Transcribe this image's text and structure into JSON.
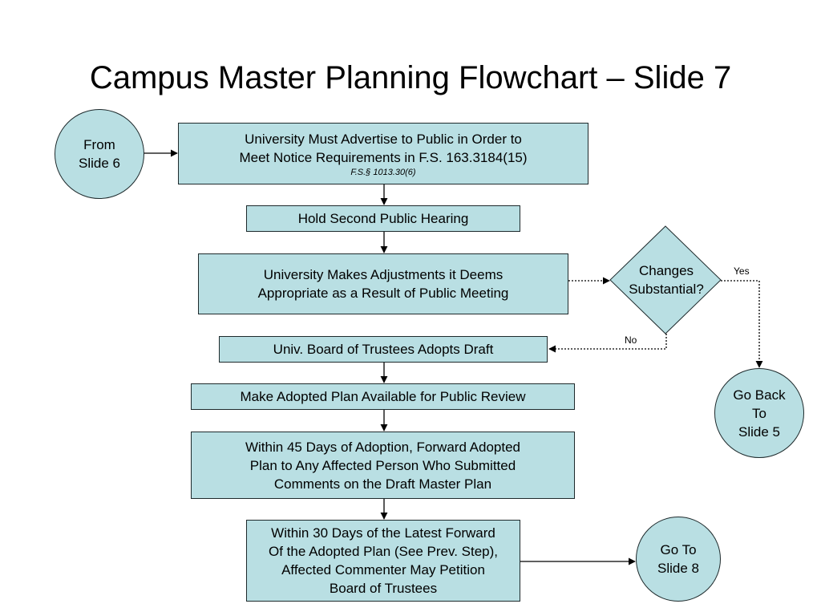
{
  "title": "Campus Master Planning Flowchart – Slide 7",
  "nodes": {
    "from_slide": [
      "From",
      "Slide 6"
    ],
    "advertise": [
      "University Must Advertise to Public in Order to",
      "Meet Notice Requirements in F.S. 163.3184(15)"
    ],
    "advertise_citation": "F.S.§ 1013.30(6)",
    "second_hearing": "Hold Second Public Hearing",
    "adjustments": [
      "University Makes Adjustments it Deems",
      "Appropriate as a Result of Public Meeting"
    ],
    "decision": [
      "Changes",
      "Substantial?"
    ],
    "go_back": [
      "Go Back",
      "To",
      "Slide 5"
    ],
    "adopts_draft": "Univ. Board of Trustees Adopts Draft",
    "public_review": "Make Adopted Plan Available for Public Review",
    "forward_plan": [
      "Within 45 Days of Adoption, Forward Adopted",
      "Plan to Any Affected Person Who Submitted",
      "Comments on the Draft Master Plan"
    ],
    "petition": [
      "Within 30 Days of the Latest Forward",
      "Of the Adopted Plan (See Prev. Step),",
      "Affected Commenter May Petition",
      "Board of Trustees"
    ],
    "go_to": [
      "Go To",
      "Slide 8"
    ]
  },
  "edge_labels": {
    "yes": "Yes",
    "no": "No"
  },
  "colors": {
    "fill": "#b9dfe3",
    "stroke": "#1e2a2c"
  }
}
